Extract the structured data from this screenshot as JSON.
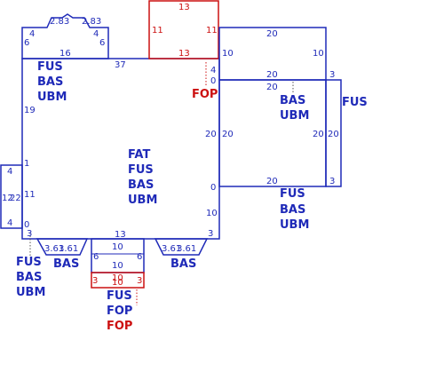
{
  "colors": {
    "blue": "#1f2ab8",
    "red": "#cc1111",
    "background": "#ffffff"
  },
  "diagram": {
    "dims": {
      "top_flap_top_a": "2.83",
      "top_flap_top_b": "2.83",
      "top_flap_left_top": "4",
      "top_flap_right_top": "4",
      "top_flap_left_side": "6",
      "top_flap_right_side": "6",
      "top_flap_bottom": "16",
      "main_top": "37",
      "main_left_upper": "19",
      "main_left_mid": "1",
      "main_left_lower": "11",
      "main_left_zero": "0",
      "main_left_bottom": "3",
      "main_bottom": "13",
      "main_right_top": "4",
      "main_right_zero": "0",
      "main_right_mid": "20",
      "main_right_zero2": "0",
      "main_right_lower": "10",
      "main_right_bottom": "3",
      "red_top_top": "13",
      "red_top_left": "11",
      "red_top_right": "11",
      "red_top_bottom": "13",
      "right_upper_top": "20",
      "right_upper_left": "10",
      "right_upper_right": "10",
      "right_upper_bottom": "20",
      "right_main_top": "20",
      "right_main_left": "20",
      "right_main_right": "20",
      "right_main_bottom": "20",
      "right_side_top": "3",
      "right_side_mid": "20",
      "right_side_bottom": "3",
      "left_flap_top": "4",
      "left_flap_mid": "12",
      "left_flap_mid2": "22",
      "left_flap_bottom": "4",
      "bot_left_a": "3.61",
      "bot_left_b": "3.61",
      "bot_right_a": "3.61",
      "bot_right_b": "3.61",
      "bot_box_top": "10",
      "bot_box_mid": "10",
      "bot_box_left": "6",
      "bot_box_right": "6",
      "red_bot_left": "3",
      "red_bot_mid": "10",
      "red_bot_right": "3",
      "red_bot_top": "10"
    },
    "labels": {
      "top_flap": [
        "FUS",
        "BAS",
        "UBM"
      ],
      "red_top": [
        "FOP"
      ],
      "main": [
        "FAT",
        "FUS",
        "BAS",
        "UBM"
      ],
      "right_upper": [
        "BAS",
        "UBM"
      ],
      "right_side": [
        "FUS"
      ],
      "right_main": [
        "FUS",
        "BAS",
        "UBM"
      ],
      "left_flap": [
        "FUS",
        "BAS",
        "UBM"
      ],
      "bot_left": [
        "BAS"
      ],
      "bot_right": [
        "BAS"
      ],
      "bot_box": [
        "FUS",
        "FOP"
      ],
      "red_bot": [
        "FOP"
      ]
    }
  }
}
